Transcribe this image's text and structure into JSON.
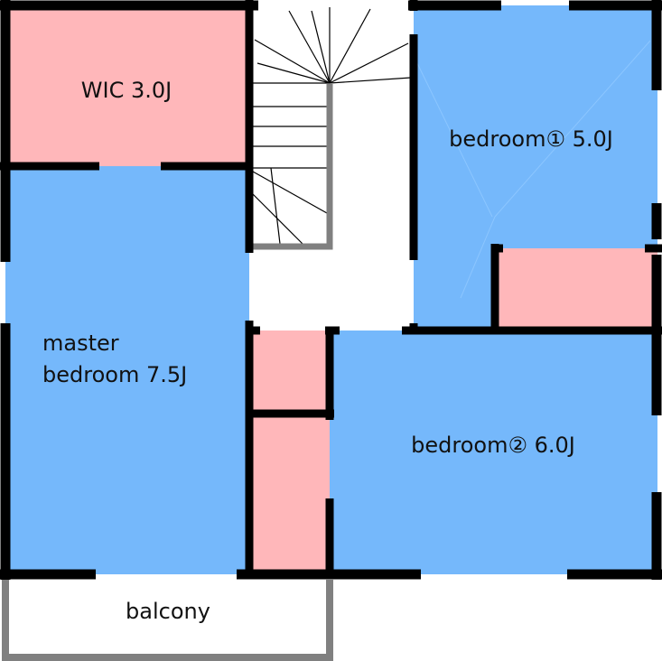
{
  "rooms": {
    "wic": {
      "label": "WIC 3.0J"
    },
    "master": {
      "line1": "master",
      "line2": "bedroom 7.5J"
    },
    "bedroom1": {
      "label": "bedroom① 5.0J"
    },
    "bedroom2": {
      "label": "bedroom② 6.0J"
    },
    "balcony": {
      "label": "balcony"
    }
  },
  "colors": {
    "bedroom": "#75b8fb",
    "storage": "#ffb7ba",
    "wall": "#000000",
    "rail": "#808080",
    "floor": "#ffffff"
  },
  "staircase": {
    "treads": 12
  }
}
